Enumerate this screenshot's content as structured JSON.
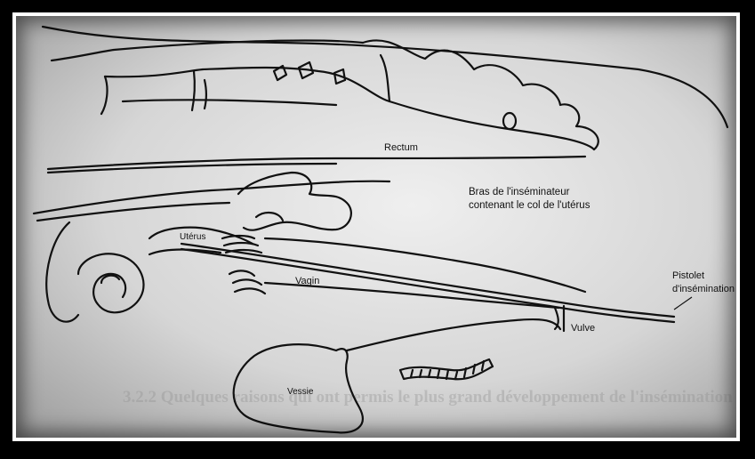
{
  "labels": {
    "rectum": "Rectum",
    "arm_line1": "Bras de l'inséminateur",
    "arm_line2": "contenant le col de l'utérus",
    "uterus": "Utérus",
    "vagin": "Vagin",
    "pistolet_line1": "Pistolet",
    "pistolet_line2": "d'insémination",
    "vulve": "Vulve",
    "vessie": "Vessie"
  },
  "background_text": {
    "heading": "3.2.2 Quelques raisons qui ont permis le plus grand développement de l'insémination"
  }
}
